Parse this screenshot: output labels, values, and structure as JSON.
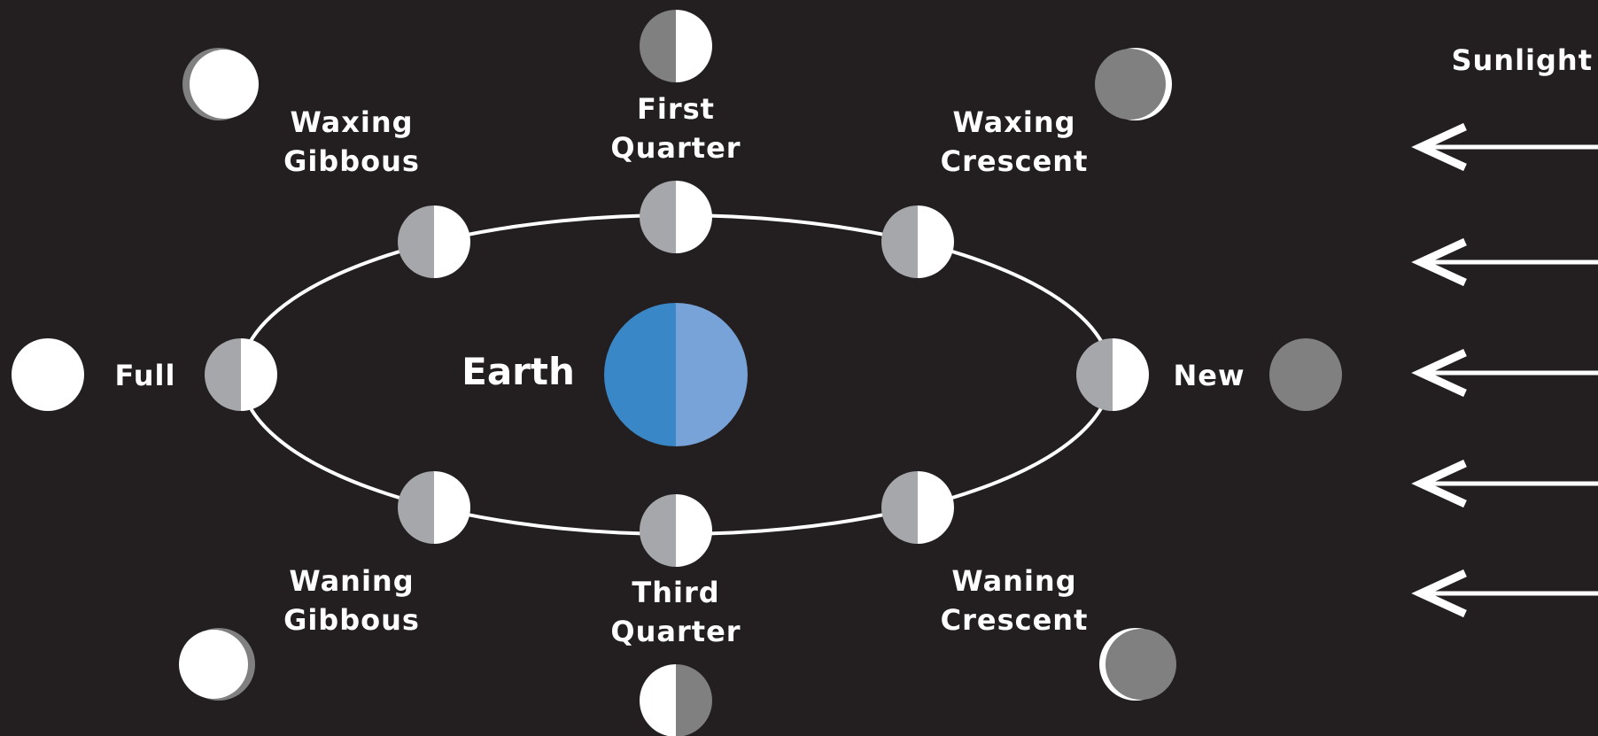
{
  "colors": {
    "background": "#231f20",
    "moon_lit": "#ffffff",
    "moon_shadow": "#808080",
    "orbit_moon_dark": "#a5a7aa",
    "earth_left": "#3a87c8",
    "earth_right": "#78a3d8",
    "orbit_line": "#ffffff",
    "arrow": "#ffffff",
    "text": "#ffffff"
  },
  "icons": {
    "earth": "earth-icon",
    "orbit_moon": "orbiting-moon-icon",
    "phase_moon": "moon-phase-icon",
    "sunlight_arrow": "arrow-left-icon"
  },
  "labels": {
    "first_quarter": [
      "First",
      "Quarter"
    ],
    "waxing_gibbous": [
      "Waxing",
      "Gibbous"
    ],
    "waxing_crescent": [
      "Waxing",
      "Crescent"
    ],
    "full": "Full",
    "earth": "Earth",
    "new": "New",
    "waning_gibbous": [
      "Waning",
      "Gibbous"
    ],
    "third_quarter": [
      "Third",
      "Quarter"
    ],
    "waning_crescent": [
      "Waning",
      "Crescent"
    ],
    "sunlight": "Sunlight"
  }
}
